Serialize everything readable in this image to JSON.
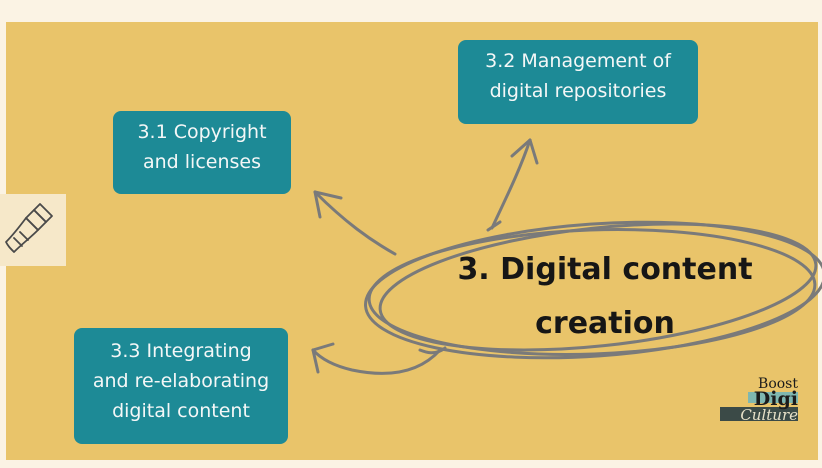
{
  "diagram": {
    "center": {
      "line1": "3. Digital content",
      "line2": "creation"
    },
    "nodes": {
      "n31": {
        "line1": "3.1 Copyright",
        "line2": "and licenses"
      },
      "n32": {
        "line1": "3.2 Management of",
        "line2": "digital repositories"
      },
      "n33": {
        "line1": "3.3 Integrating",
        "line2": "and re-elaborating",
        "line3": "digital content"
      }
    },
    "colors": {
      "background": "#e9c46a",
      "node_fill": "#1d8a96",
      "node_text": "#f4f7f7",
      "outline": "#7a7a7a"
    }
  },
  "side_icon": {
    "name": "paintbrush-icon"
  },
  "logo": {
    "line1": "Boost",
    "line2": "Digi",
    "line3": "Culture"
  }
}
